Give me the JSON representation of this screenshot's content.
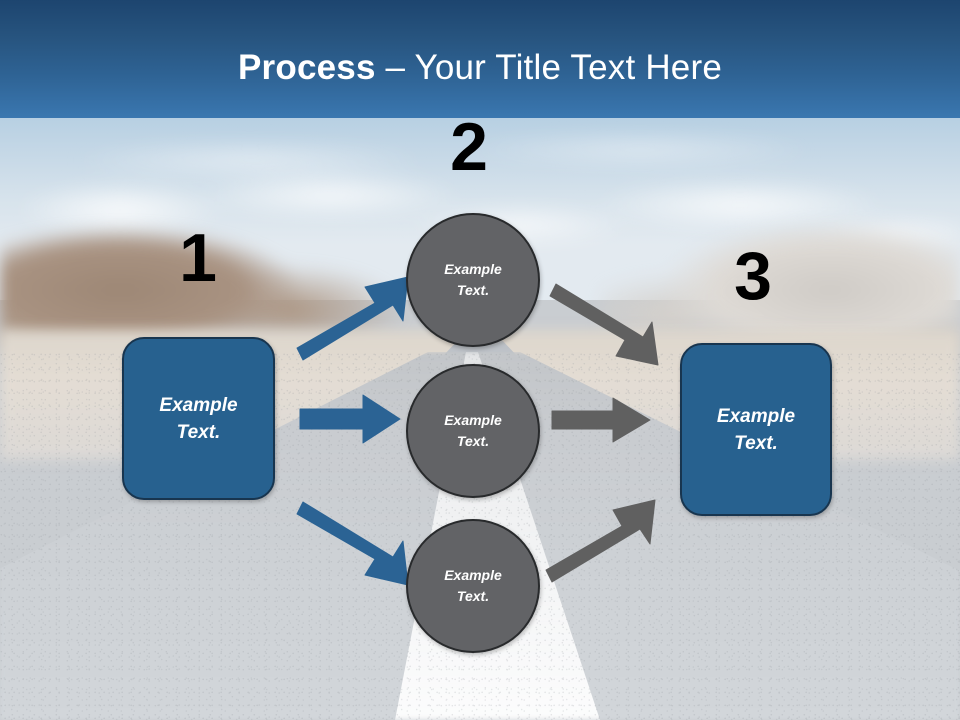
{
  "slide": {
    "title": {
      "strong": "Process",
      "rest": " – Your Title Text Here"
    },
    "theme": {
      "header_gradient_top": "#1d456f",
      "header_gradient_bottom": "#3a77b0",
      "box_fill": "#27618f",
      "box_border": "#18354f",
      "circle_fill": "#626366",
      "circle_border": "#282a2c",
      "arrow_blue": "#2b6394",
      "arrow_gray": "#606060",
      "number_color": "#000000",
      "shape_text_color": "#ffffff"
    }
  },
  "steps": [
    {
      "number": "1",
      "name": "step-1"
    },
    {
      "number": "2",
      "name": "step-2"
    },
    {
      "number": "3",
      "name": "step-3"
    }
  ],
  "boxes": [
    {
      "id": "box-start",
      "label": "Example\nText."
    },
    {
      "id": "box-end",
      "label": "Example\nText."
    }
  ],
  "circles": [
    {
      "id": "circle-top",
      "label": "Example\nText."
    },
    {
      "id": "circle-middle",
      "label": "Example\nText."
    },
    {
      "id": "circle-bottom",
      "label": "Example\nText."
    }
  ],
  "arrows": [
    {
      "id": "arrow-in-up",
      "color": "#2b6394",
      "direction": "up-right",
      "from": "box-start",
      "to": "circle-top"
    },
    {
      "id": "arrow-in-mid",
      "color": "#2b6394",
      "direction": "right",
      "from": "box-start",
      "to": "circle-middle"
    },
    {
      "id": "arrow-in-down",
      "color": "#2b6394",
      "direction": "down-right",
      "from": "box-start",
      "to": "circle-bottom"
    },
    {
      "id": "arrow-out-down",
      "color": "#606060",
      "direction": "down-right",
      "from": "circle-top",
      "to": "box-end"
    },
    {
      "id": "arrow-out-mid",
      "color": "#606060",
      "direction": "right",
      "from": "circle-middle",
      "to": "box-end"
    },
    {
      "id": "arrow-out-up",
      "color": "#606060",
      "direction": "up-right",
      "from": "circle-bottom",
      "to": "box-end"
    }
  ]
}
